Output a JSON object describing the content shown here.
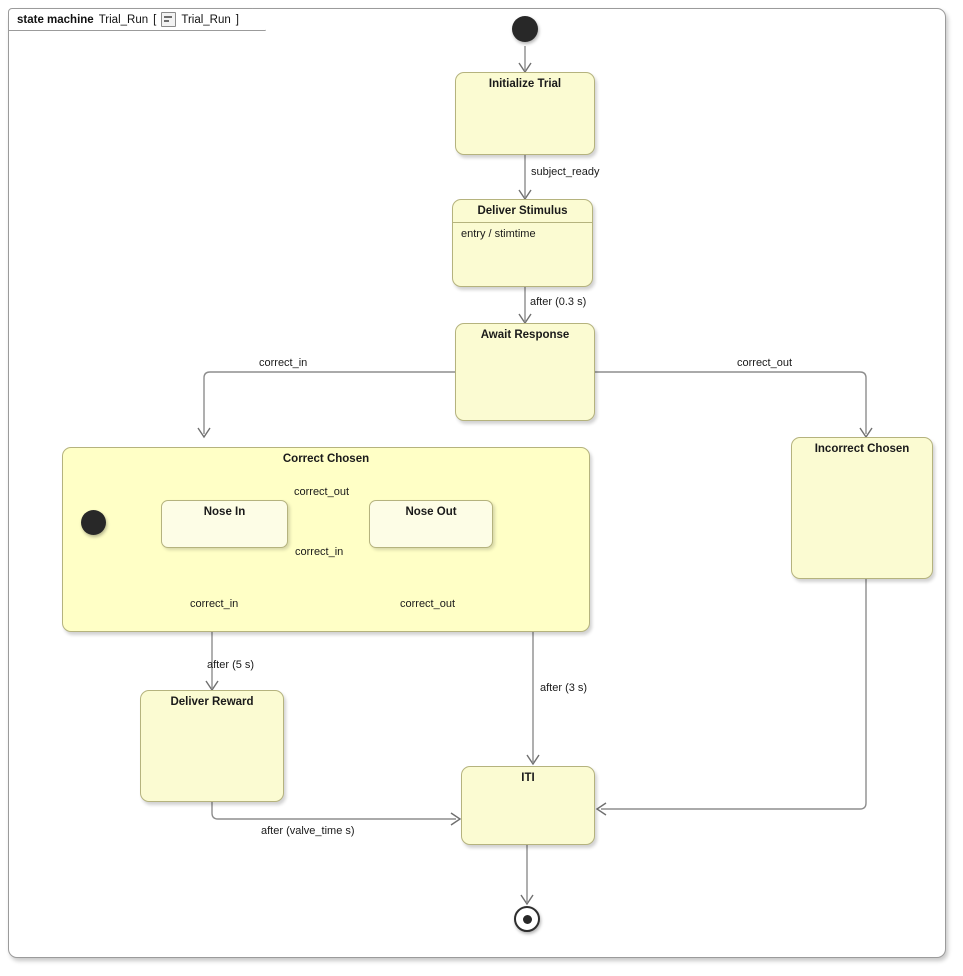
{
  "frame": {
    "keyword": "state machine",
    "name": "Trial_Run",
    "bracket_open": "[",
    "icon": "state-machine-icon",
    "context": "Trial_Run",
    "bracket_close": "]"
  },
  "colors": {
    "state_fill": "#fbfbd2",
    "composite_fill": "#ffffc6",
    "substate_fill": "#fdfde6",
    "state_border": "#b5b37e",
    "edge": "#8d8d8d",
    "frame_border": "#9b9b9b",
    "node_fill": "#282828",
    "background": "#ffffff"
  },
  "states": {
    "initialize_trial": {
      "name": "Initialize Trial"
    },
    "deliver_stimulus": {
      "name": "Deliver Stimulus",
      "entry": "entry / stimtime"
    },
    "await_response": {
      "name": "Await Response"
    },
    "correct_chosen": {
      "name": "Correct Chosen"
    },
    "nose_in": {
      "name": "Nose In"
    },
    "nose_out": {
      "name": "Nose Out"
    },
    "incorrect_chosen": {
      "name": "Incorrect Chosen"
    },
    "deliver_reward": {
      "name": "Deliver Reward"
    },
    "iti": {
      "name": "ITI"
    }
  },
  "pseudostates": {
    "initial": "initial-state-node",
    "composite_initial": "composite-initial-state-node",
    "final": "final-state-node"
  },
  "transitions": [
    {
      "id": "t1",
      "from": "initial",
      "to": "initialize_trial",
      "label": ""
    },
    {
      "id": "t2",
      "from": "initialize_trial",
      "to": "deliver_stimulus",
      "label": "subject_ready"
    },
    {
      "id": "t3",
      "from": "deliver_stimulus",
      "to": "await_response",
      "label": "after (0.3 s)"
    },
    {
      "id": "t4",
      "from": "await_response",
      "to": "correct_chosen",
      "label": "correct_in"
    },
    {
      "id": "t5",
      "from": "await_response",
      "to": "incorrect_chosen",
      "label": "correct_out"
    },
    {
      "id": "t6",
      "from": "composite_initial",
      "to": "nose_in",
      "label": ""
    },
    {
      "id": "t7",
      "from": "nose_in",
      "to": "nose_out",
      "label": "correct_out"
    },
    {
      "id": "t8",
      "from": "nose_out",
      "to": "nose_in",
      "label": "correct_in"
    },
    {
      "id": "t9",
      "from": "nose_in",
      "to": "nose_in",
      "label": "correct_in"
    },
    {
      "id": "t10",
      "from": "nose_out",
      "to": "nose_out",
      "label": "correct_out"
    },
    {
      "id": "t11",
      "from": "correct_chosen",
      "to": "deliver_reward",
      "label": "after (5 s)"
    },
    {
      "id": "t12",
      "from": "nose_out",
      "to": "iti",
      "label": "after (3 s)"
    },
    {
      "id": "t13",
      "from": "deliver_reward",
      "to": "iti",
      "label": "after (valve_time s)"
    },
    {
      "id": "t14",
      "from": "incorrect_chosen",
      "to": "iti",
      "label": ""
    },
    {
      "id": "t15",
      "from": "iti",
      "to": "final",
      "label": ""
    }
  ],
  "labels": {
    "subject_ready": "subject_ready",
    "after_03s": "after (0.3 s)",
    "correct_in_left": "correct_in",
    "correct_out_right": "correct_out",
    "correct_out_top": "correct_out",
    "correct_in_mid": "correct_in",
    "correct_in_self": "correct_in",
    "correct_out_self": "correct_out",
    "after_5s": "after (5 s)",
    "after_3s": "after (3 s)",
    "after_valve": "after (valve_time s)"
  }
}
